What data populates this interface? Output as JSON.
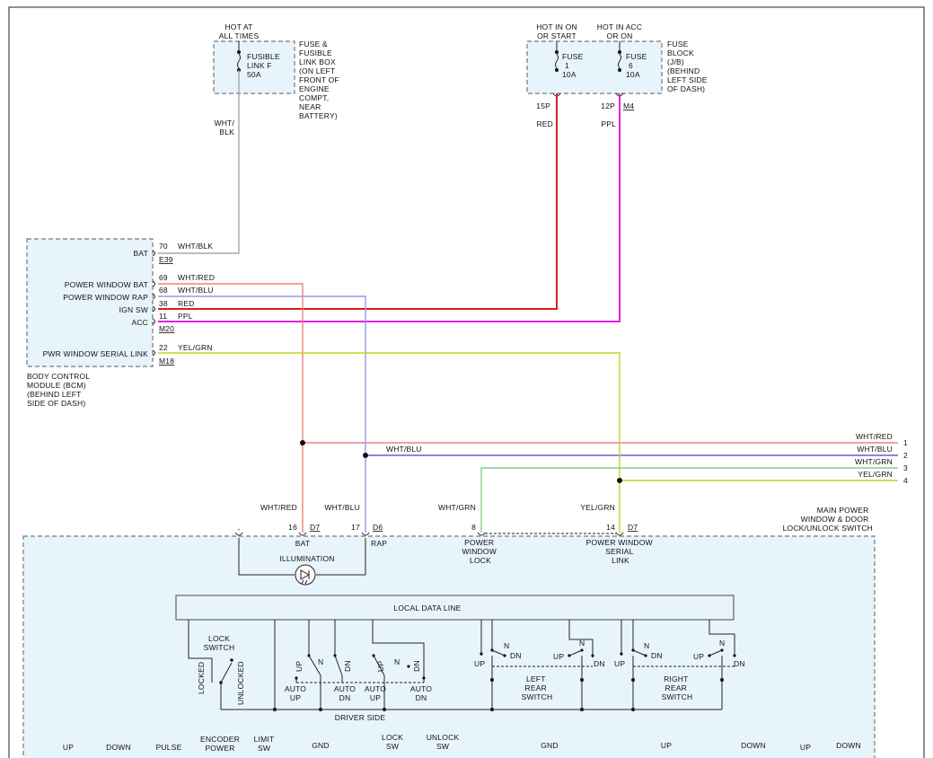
{
  "top": {
    "hot_at_all_times": [
      "HOT AT",
      "ALL TIMES"
    ],
    "hot_in_on_start": [
      "HOT IN ON",
      "OR START"
    ],
    "hot_in_acc_on": [
      "HOT IN ACC",
      "OR ON"
    ]
  },
  "fusible_link_box": {
    "link_label": [
      "FUSIBLE",
      "LINK F",
      "50A"
    ],
    "caption": [
      "FUSE &",
      "FUSIBLE",
      "LINK BOX",
      "(ON LEFT",
      "FRONT OF",
      "ENGINE",
      "COMPT,",
      "NEAR",
      "BATTERY)"
    ],
    "wire_label": [
      "WHT/",
      "BLK"
    ]
  },
  "fuse_block": {
    "fuse1": [
      "FUSE",
      "1",
      "10A"
    ],
    "fuse6": [
      "FUSE",
      "6",
      "10A"
    ],
    "caption": [
      "FUSE",
      "BLOCK",
      "(J/B)",
      "(BEHIND",
      "LEFT SIDE",
      "OF DASH)"
    ],
    "pin1": "15P",
    "pin2": "12P",
    "connector": "M4",
    "wire1": "RED",
    "wire2": "PPL"
  },
  "bcm": {
    "caption": [
      "BODY CONTROL",
      "MODULE (BCM)",
      "(BEHIND LEFT",
      "SIDE OF DASH)"
    ],
    "rows": [
      {
        "label": "BAT",
        "pin": "70",
        "wire": "WHT/BLK"
      },
      {
        "label": "POWER WINDOW BAT",
        "pin": "69",
        "wire": "WHT/RED"
      },
      {
        "label": "POWER WINDOW RAP",
        "pin": "68",
        "wire": "WHT/BLU"
      },
      {
        "label": "IGN SW",
        "pin": "38",
        "wire": "RED"
      },
      {
        "label": "ACC",
        "pin": "11",
        "wire": "PPL"
      },
      {
        "label": "PWR WINDOW SERIAL LINK",
        "pin": "22",
        "wire": "YEL/GRN"
      }
    ],
    "connectors": [
      "E39",
      "M20",
      "M18"
    ]
  },
  "right_bus": [
    {
      "wire": "WHT/RED",
      "num": "1"
    },
    {
      "wire": "WHT/BLU",
      "num": "2"
    },
    {
      "wire": "WHT/GRN",
      "num": "3"
    },
    {
      "wire": "YEL/GRN",
      "num": "4"
    }
  ],
  "mid_labels": {
    "whtblu_branch": "WHT/BLU",
    "whtred_drop": "WHT/RED",
    "whtblu_drop": "WHT/BLU",
    "whtgrn_drop": "WHT/GRN",
    "yelgrn_drop": "YEL/GRN"
  },
  "switch": {
    "caption": [
      "MAIN POWER",
      "WINDOW & DOOR",
      "LOCK/UNLOCK SWITCH"
    ],
    "pins": [
      {
        "pin": "16",
        "conn": "D7",
        "label": [
          "BAT"
        ]
      },
      {
        "pin": "17",
        "conn": "D6",
        "label": [
          "RAP"
        ]
      },
      {
        "pin": "8",
        "conn": "",
        "label": [
          "POWER",
          "WINDOW",
          "LOCK"
        ]
      },
      {
        "pin": "14",
        "conn": "D7",
        "label": [
          "POWER WINDOW",
          "SERIAL",
          "LINK"
        ]
      }
    ],
    "illumination": "ILLUMINATION",
    "local_data_line": "LOCAL DATA LINE",
    "lock_switch": [
      "LOCK",
      "SWITCH"
    ],
    "locked": "LOCKED",
    "unlocked": "UNLOCKED",
    "up": "UP",
    "n": "N",
    "dn": "DN",
    "auto_up": [
      "AUTO",
      "UP"
    ],
    "auto_dn": [
      "AUTO",
      "DN"
    ],
    "driver_side": "DRIVER SIDE",
    "left_rear": [
      "LEFT",
      "REAR",
      "SWITCH"
    ],
    "right_rear": [
      "RIGHT",
      "REAR",
      "SWITCH"
    ]
  },
  "bottom_labels": [
    {
      "id": "b1",
      "lines": [
        "UP"
      ]
    },
    {
      "id": "b2",
      "lines": [
        "DOWN"
      ]
    },
    {
      "id": "b3",
      "lines": [
        "PULSE"
      ]
    },
    {
      "id": "b4",
      "lines": [
        "ENCODER",
        "POWER"
      ]
    },
    {
      "id": "b5",
      "lines": [
        "LIMIT",
        "SW"
      ]
    },
    {
      "id": "b6",
      "lines": [
        "GND"
      ]
    },
    {
      "id": "b7",
      "lines": [
        "LOCK",
        "SW"
      ]
    },
    {
      "id": "b8",
      "lines": [
        "UNLOCK",
        "SW"
      ]
    },
    {
      "id": "b9",
      "lines": [
        "GND"
      ]
    },
    {
      "id": "b10",
      "lines": [
        "UP"
      ]
    },
    {
      "id": "b11",
      "lines": [
        "DOWN"
      ]
    },
    {
      "id": "b12",
      "lines": [
        "UP"
      ]
    },
    {
      "id": "b13",
      "lines": [
        "DOWN"
      ]
    }
  ],
  "colors": {
    "wht_blk": "#a8a8a8",
    "wht_red": "#f08080",
    "wht_blu": "#9898e8",
    "red": "#d81e1e",
    "ppl": "#e020e0",
    "yel_grn": "#b8d820",
    "wht_grn": "#88cc88",
    "wht_blu_line": "#6060d8",
    "box_fill": "#e8f4fb"
  }
}
